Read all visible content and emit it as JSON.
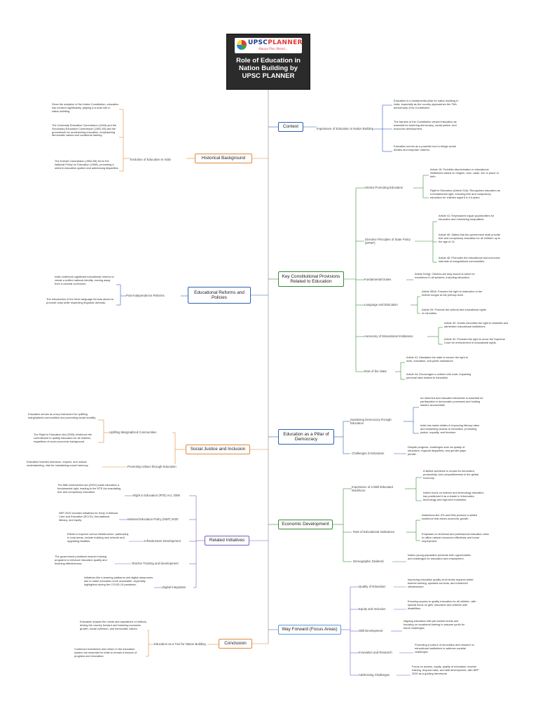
{
  "root": {
    "brand_a": "UPSC",
    "brand_b": "PLANNER",
    "tagline": "Always Plan Ahead...",
    "title": "Role of Education in Nation Building by UPSC PLANNER"
  },
  "nodes": {
    "historical": "Historical Background",
    "evolution": "Evolution of Education in India",
    "hist_1": "Since the adoption of the Indian Constitution, education has evolved significantly, playing a crucial role in nation-building.",
    "hist_2": "The University Education Commission (1948) and the Secondary Education Commission (1952-53) laid the groundwork for modernizing education, emphasizing democratic values and vocational training.",
    "hist_3": "The Kothari Commission (1964-66) led to the National Policy on Education (1968), promoting a uniform education system and addressing disparities.",
    "context": "Context",
    "importance": "Importance of Education in Nation Building",
    "ctx_1": "Education is a fundamental pillar for nation-building in India, especially as the country approaches the 75th anniversary of its Constitution.",
    "ctx_2": "The framers of the Constitution viewed education as essential for fostering democracy, social justice, and economic development.",
    "ctx_3": "Education serves as a powerful tool to bridge social divides and empower citizens.",
    "constitutional": "Key Constitutional Provisions Related to Education",
    "art_promoting": "Articles Promoting Education",
    "art_15": "Article 15: Prohibits discrimination in educational institutions based on religion, race, caste, sex or place of birth.",
    "art_21a": "Right to Education (Article 21A): Recognizes education as a fundamental right, ensuring free and compulsory education for children aged 6 to 14 years.",
    "dpsp": "Directive Principles of State Policy (DPSP)",
    "art_41": "Article 41: Emphasizes equal opportunities for education and minimizing inequalities.",
    "art_45": "Article 45: States that the government shall provide free and compulsory education for all children up to the age of 14.",
    "art_46": "Article 46: Promotes the educational and economic interests of marginalized communities.",
    "fundamental_duties": "Fundamental Duties",
    "art_51a": "Article 51A(j): Citizens are duty-bound to strive for excellence in all spheres, including education.",
    "language": "Language and Education",
    "art_350a": "Article 350A: Ensures the right to instruction in the mother tongue at the primary level.",
    "art_29": "Article 29: Protects the cultural and educational rights of minorities.",
    "autonomy": "Autonomy of Educational Institutions",
    "art_30": "Article 30: Grants minorities the right to establish and administer educational institutions.",
    "art_32": "Article 32: Provides the right to move the Supreme Court for enforcement of educational rights.",
    "role_state": "Role of the State",
    "art_41b": "Article 41: Mandates the state to secure the right to work, education, and public assistance.",
    "art_44": "Article 44: Encourages a uniform civil code, impacting personal laws related to education.",
    "reforms": "Educational Reforms and Policies",
    "post_indep": "Post-Independence Reforms",
    "ref_1": "India undertook significant educational reforms to create a unified national identity, moving away from a colonial curriculum.",
    "ref_2": "The introduction of the three-language formula aimed to promote unity while respecting linguistic diversity.",
    "social": "Social Justice and Inclusion",
    "uplifting": "Uplifting Marginalized Communities",
    "soc_1": "Education serves as a key instrument for uplifting marginalized communities and promoting social mobility.",
    "soc_2": "The Right to Education Act (2009) reinforces the commitment to quality education for all children, regardless of socio-economic background.",
    "promoting_values": "Promoting Values through Education",
    "soc_3": "Education teaches tolerance, respect, and mutual understanding, vital for maintaining social harmony.",
    "democracy": "Education as a Pillar of Democracy",
    "sustaining": "Sustaining Democracy through Education",
    "dem_1": "An informed and educated electorate is essential for participation in democratic processes and holding leaders accountable.",
    "dem_2": "India has made strides in improving literacy rates and expanding access to education, promoting justice, equality, and freedom.",
    "challenges": "Challenges in Education",
    "dem_3": "Despite progress, challenges such as quality of education, regional disparities, and gender gaps persist.",
    "initiatives": "Related Initiatives",
    "rte": "Right to Education (RTE) Act, 2009",
    "ini_1": "The 86th Amendment Act (2002) made education a fundamental right, leading to the RTE Act mandating free and compulsory education.",
    "nep": "National Education Policy (NEP) 2020",
    "ini_2": "NEP 2020 includes initiatives for Early Childhood Care and Education (ECCE), foundational literacy, and equity.",
    "infra": "Infrastructure Development",
    "ini_3": "Efforts to improve school infrastructure, particularly in rural areas, include building new schools and upgrading facilities.",
    "teacher": "Teacher Training and Development",
    "ini_4": "The government prioritizes teacher training programs to enhance education quality and teaching effectiveness.",
    "digital": "Digital Integration",
    "ini_5": "Initiatives like e-learning platforms and digital classrooms aim to make education more accessible, especially highlighted during the COVID-19 pandemic.",
    "economic": "Economic Development",
    "skilled": "Importance of a Well-Educated Workforce",
    "eco_1": "A skilled workforce is crucial for innovation, productivity, and competitiveness in the global economy.",
    "eco_2": "India's focus on science and technology education has positioned it as a leader in information technology and high-tech industries.",
    "role_inst": "Role of Educational Institutions",
    "eco_3": "Institutions like IITs and IIMs produce a skilled workforce that drives economic growth.",
    "eco_4": "Emphasis on technical and professional education aims to utilize natural resources effectively and boost employment.",
    "demographic": "Demographic Dividend",
    "eco_5": "India's young population presents both opportunities and challenges for education and employment.",
    "way_forward": "Way Forward (Focus Areas)",
    "quality": "Quality of Education",
    "wf_1": "Improving education quality at all levels requires better teacher training, updated curricula, and enhanced infrastructure.",
    "equity": "Equity and Inclusion",
    "wf_2": "Ensuring access to quality education for all children, with special focus on girls' education and children with disabilities.",
    "skill": "Skill Development",
    "wf_3": "Aligning education with job market needs and focusing on vocational training to prepare youth for future challenges.",
    "innovation": "Innovation and Research",
    "wf_4": "Promoting a culture of innovation and research in educational institutions to address societal challenges.",
    "addressing": "Addressing Challenges",
    "wf_5": "Focus on access, equity, quality of education, teacher training, dropout rates, and skill development, with NEP 2020 as a guiding framework.",
    "conclusion": "Conclusion",
    "tool": "Education as a Tool for Nation Building",
    "con_1": "Education shapes the minds and aspirations of millions, driving the country forward and fostering economic growth, social cohesion, and democratic values.",
    "con_2": "Continued investment and reform in the education system are essential for India to remain a beacon of progress and innovation."
  },
  "colors": {
    "spine": "#888888",
    "historical": "#e08a3c",
    "context": "#2f5fb3",
    "constitutional": "#3a8a3a",
    "reforms": "#2f5fb3",
    "social": "#e08a3c",
    "democracy": "#2f5fb3",
    "initiatives": "#7b5cc4",
    "economic": "#3a8a3a",
    "way_forward": "#7b5cc4",
    "conclusion": "#e08a3c"
  }
}
